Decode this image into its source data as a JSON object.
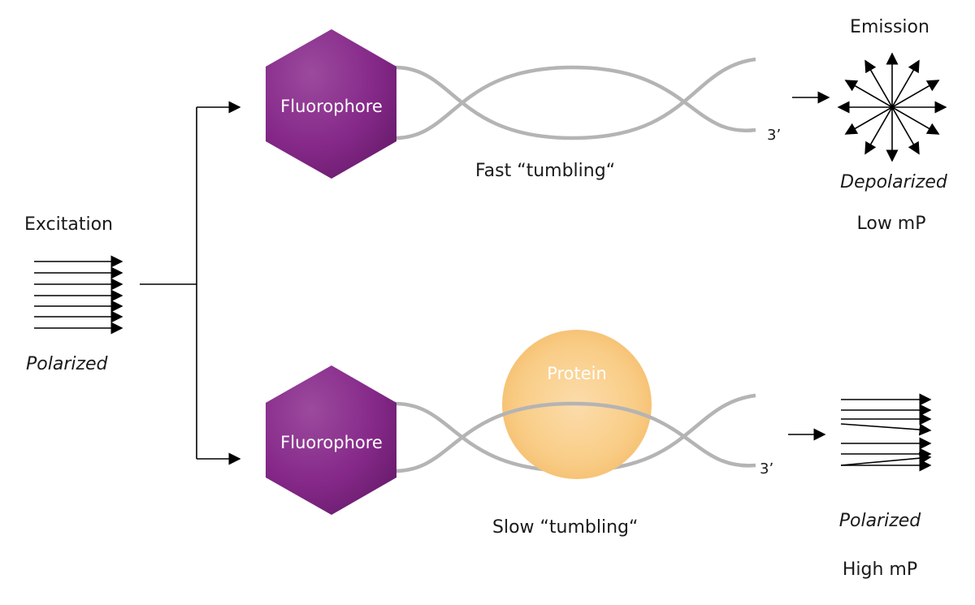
{
  "labels": {
    "excitation": "Excitation",
    "excitation_state": "Polarized",
    "emission": "Emission",
    "top_fluorophore": "Fluorophore",
    "top_tumbling": "Fast “tumbling“",
    "top_end": "3ʼ",
    "top_state": "Depolarized",
    "top_mp": "Low mP",
    "bottom_fluorophore": "Fluorophore",
    "protein": "Protein",
    "bottom_tumbling": "Slow “tumbling“",
    "bottom_end": "3ʼ",
    "bottom_state": "Polarized",
    "bottom_mp": "High mP"
  },
  "colors": {
    "fluorophore": "#8a2f8c",
    "fluorophore_dark": "#6e1f70",
    "protein": "#f8c87e",
    "protein_light": "#fbd9a0",
    "strand": "#b4b4b4",
    "arrow": "#000000"
  }
}
